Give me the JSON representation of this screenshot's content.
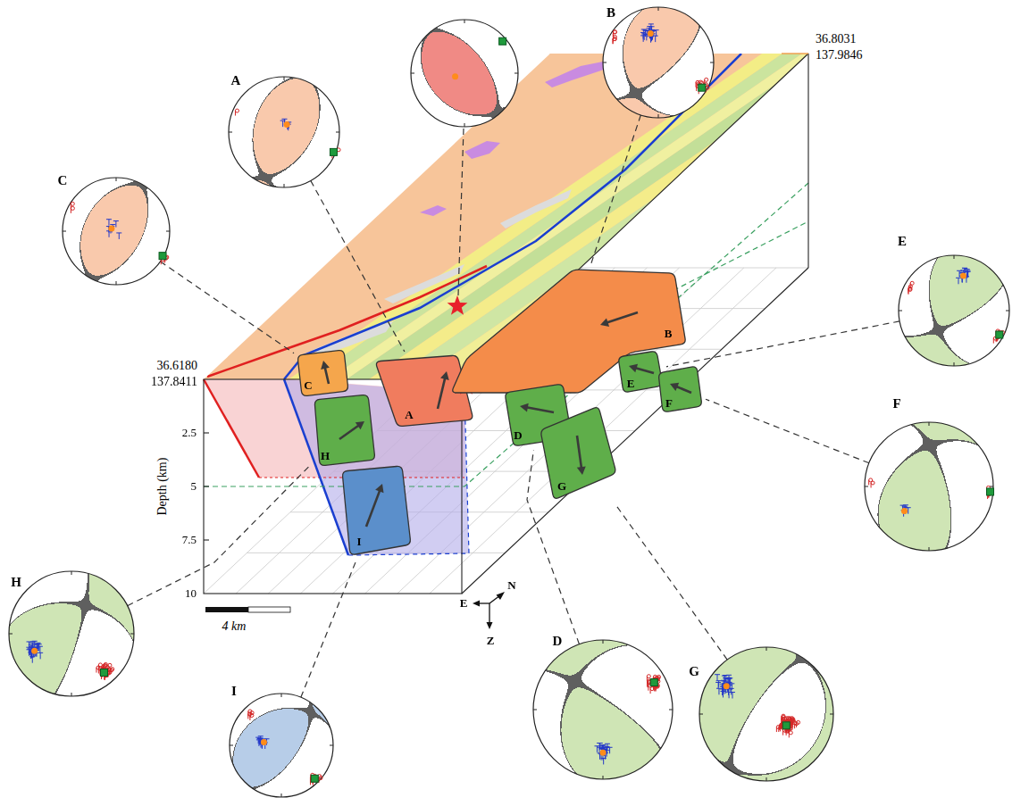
{
  "diagram": {
    "nodes": [
      {
        "text": [
          "A"
        ]
      },
      {
        "text": [
          "B"
        ]
      },
      {
        "text": [
          "C"
        ]
      },
      {
        "text": [
          "D"
        ]
      },
      {
        "text": [
          "E"
        ]
      },
      {
        "text": [
          "F"
        ]
      },
      {
        "text": [
          "G"
        ]
      },
      {
        "text": [
          "H"
        ]
      },
      {
        "text": [
          "I"
        ]
      },
      {
        "text": [
          "C"
        ]
      },
      {
        "text": [
          "A"
        ]
      },
      {
        "text": [
          "B"
        ]
      },
      {
        "text": [
          "H"
        ]
      },
      {
        "text": [
          "D"
        ]
      },
      {
        "text": [
          "G"
        ]
      },
      {
        "text": [
          "E"
        ]
      },
      {
        "text": [
          "F"
        ]
      },
      {
        "text": [
          "I"
        ]
      }
    ],
    "edges": [
      {
        "from": 0,
        "to": 10,
        "arrow": "none"
      },
      {
        "from": 1,
        "to": 11,
        "arrow": "none"
      },
      {
        "from": 2,
        "to": 9,
        "arrow": "none"
      },
      {
        "from": 3,
        "to": 13,
        "arrow": "none"
      },
      {
        "from": 4,
        "to": 15,
        "arrow": "none"
      },
      {
        "from": 5,
        "to": 16,
        "arrow": "none"
      },
      {
        "from": 6,
        "to": 14,
        "arrow": "none"
      },
      {
        "from": 7,
        "to": 12,
        "arrow": "none"
      },
      {
        "from": 8,
        "to": 17,
        "arrow": "none"
      }
    ],
    "labels": [
      "36.8031",
      "137.9846",
      "36.6180",
      "137.8411",
      "2.5",
      "5",
      "7.5",
      "10",
      "Depth (km)",
      "4 km",
      "E",
      "N",
      "Z"
    ]
  }
}
